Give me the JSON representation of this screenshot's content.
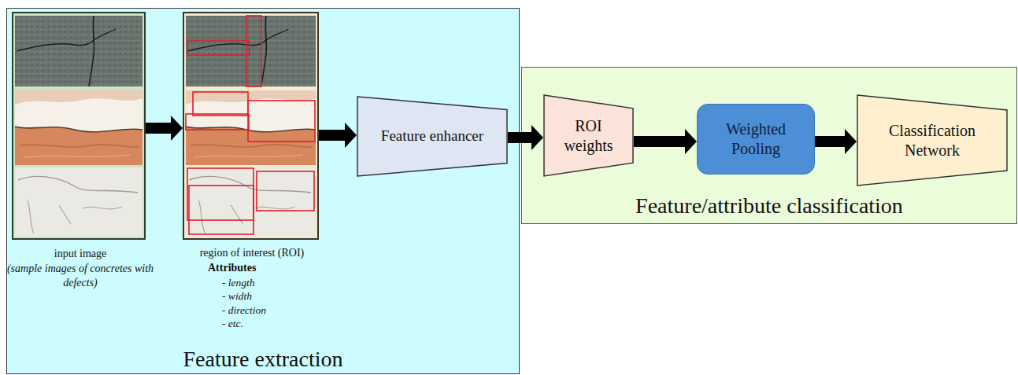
{
  "diagram": {
    "nodes": [
      {
        "text": [
          "Feature extraction"
        ]
      },
      {
        "text": [
          "input image",
          "(sample images of concretes with defects)"
        ],
        "in": 0
      },
      {
        "text": [
          "region of interest (ROI)",
          "Attributes",
          "- length",
          "- width",
          "- direction",
          "- etc."
        ],
        "in": 0
      },
      {
        "text": [
          "Feature enhancer"
        ],
        "in": 0
      },
      {
        "text": [
          "Feature/attribute classification"
        ]
      },
      {
        "text": [
          "ROI weights"
        ],
        "in": 4
      },
      {
        "text": [
          "Weighted Pooling"
        ],
        "in": 4
      },
      {
        "text": [
          "Classification Network"
        ],
        "in": 4
      }
    ],
    "edges": [
      {
        "from": 1,
        "to": 2,
        "arrow": "to"
      },
      {
        "from": 2,
        "to": 3,
        "arrow": "to"
      },
      {
        "from": 3,
        "to": 5,
        "arrow": "to"
      },
      {
        "from": 5,
        "to": 6,
        "arrow": "to"
      },
      {
        "from": 6,
        "to": 7,
        "arrow": "to"
      }
    ]
  }
}
